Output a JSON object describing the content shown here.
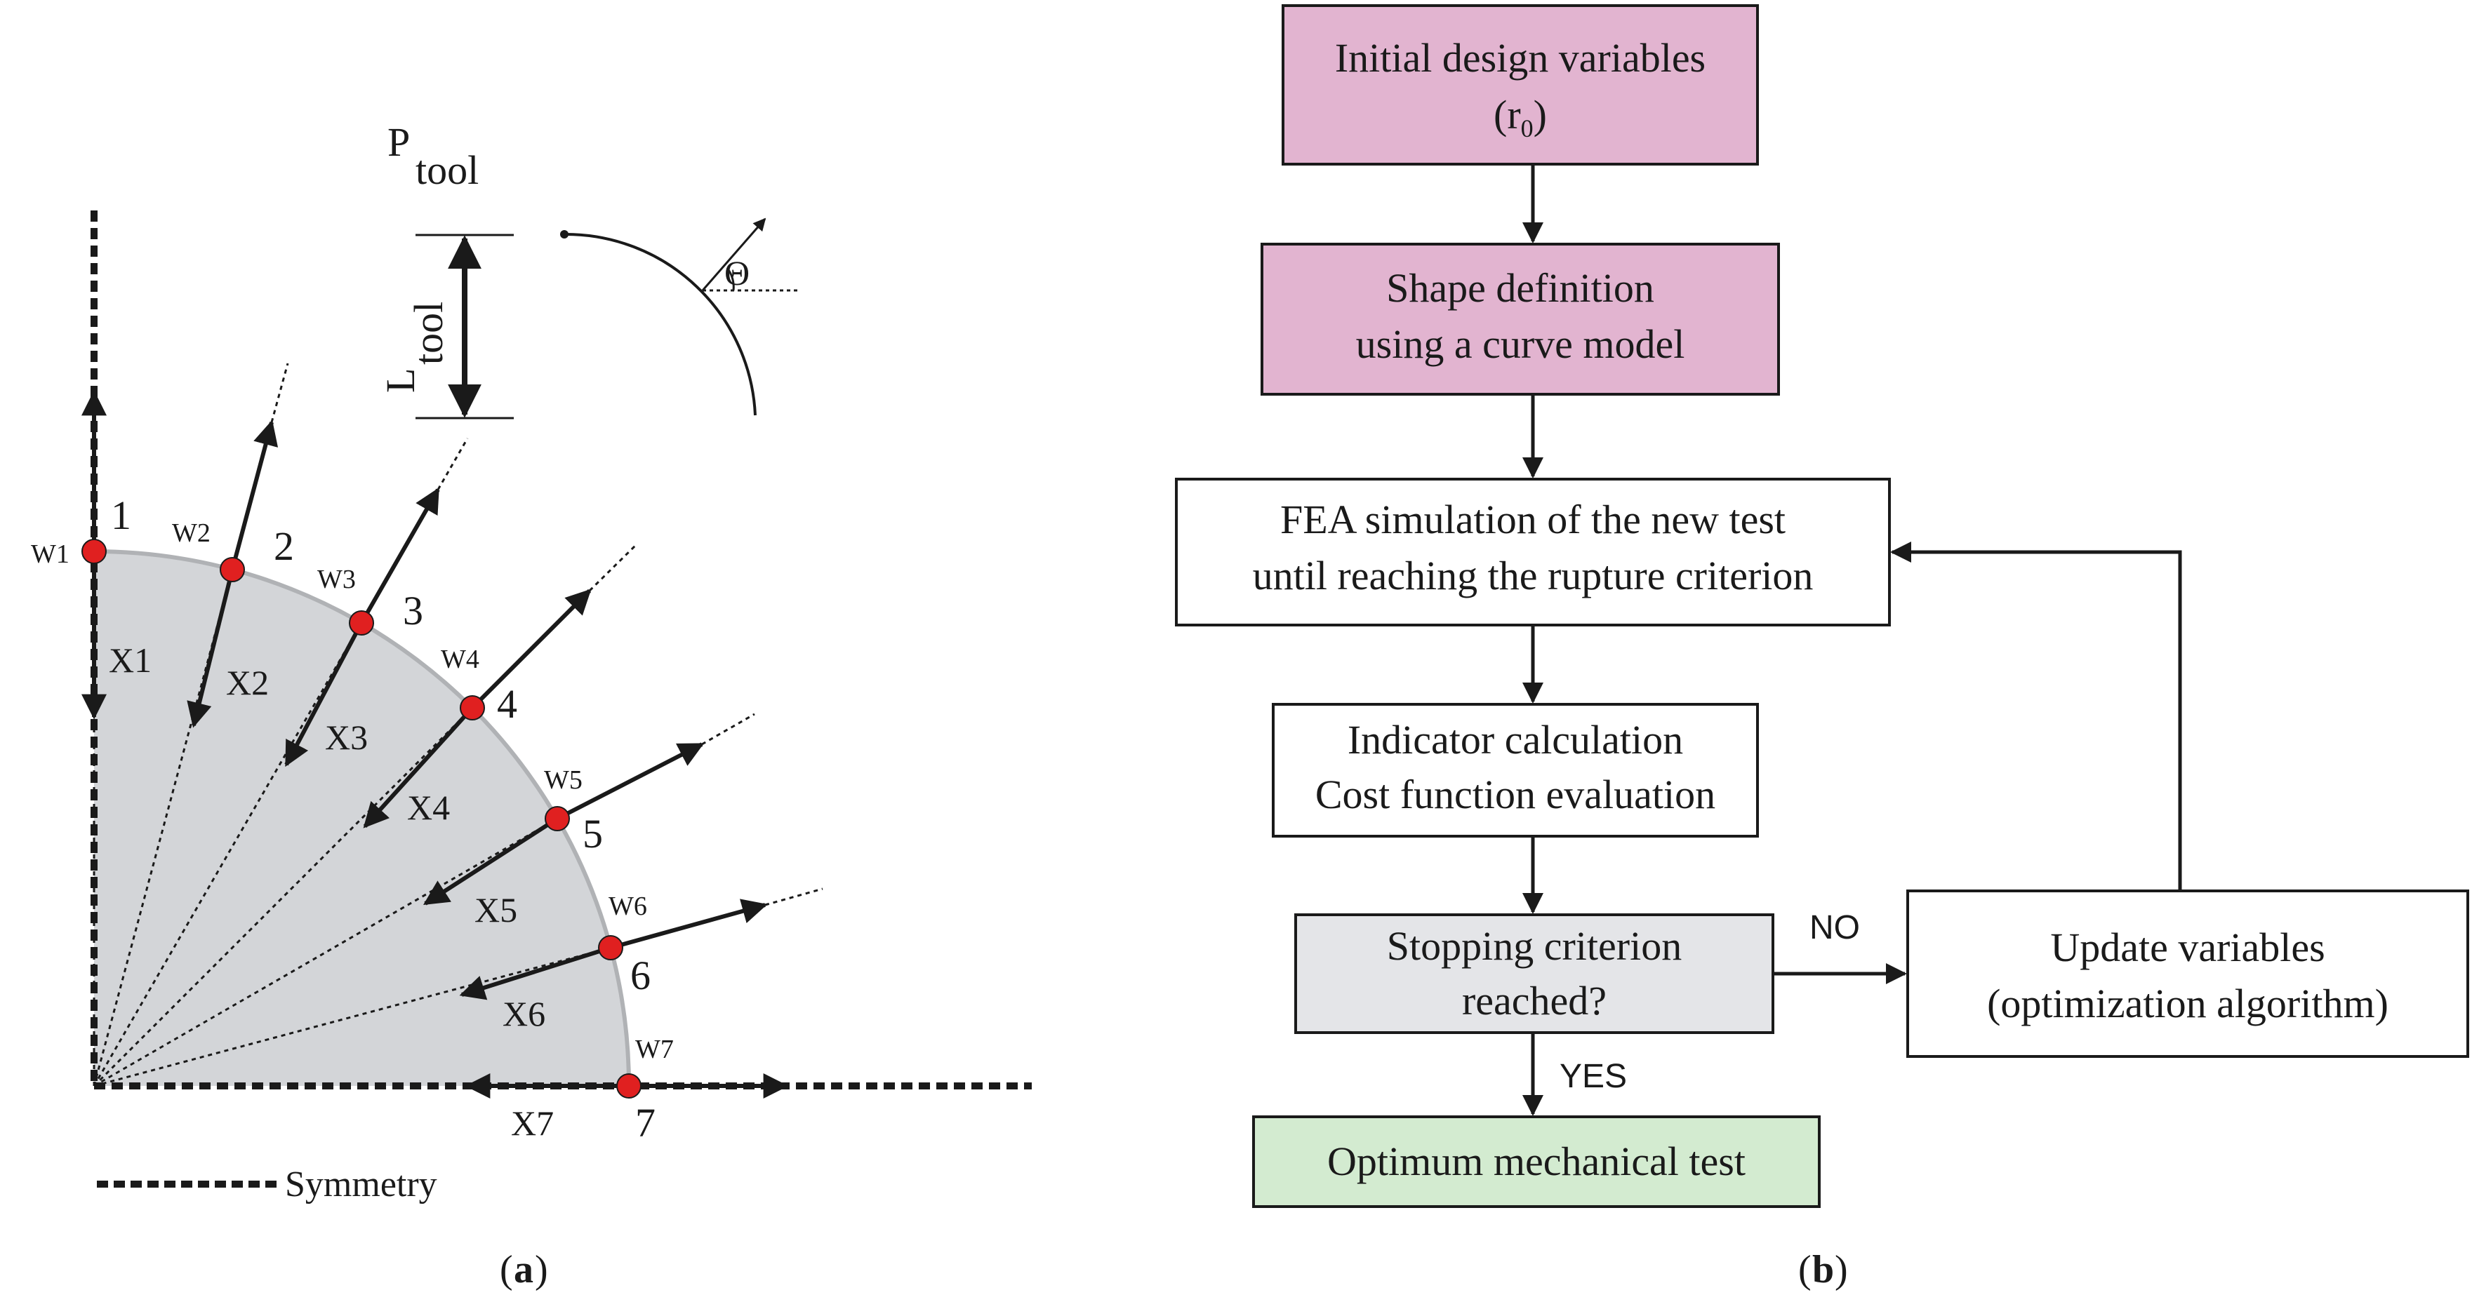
{
  "panel_a": {
    "caption": "a",
    "tool": {
      "p_main": "P",
      "p_sub": "tool",
      "l_main": "L",
      "l_sub": "tool",
      "theta": "Θ"
    },
    "points": [
      {
        "w": "W1",
        "n": "1",
        "x": "X1"
      },
      {
        "w": "W2",
        "n": "2",
        "x": "X2"
      },
      {
        "w": "W3",
        "n": "3",
        "x": "X3"
      },
      {
        "w": "W4",
        "n": "4",
        "x": "X4"
      },
      {
        "w": "W5",
        "n": "5",
        "x": "X5"
      },
      {
        "w": "W6",
        "n": "6",
        "x": "X6"
      },
      {
        "w": "W7",
        "n": "7",
        "x": "X7"
      }
    ],
    "legend": "Symmetry",
    "colors": {
      "region": "#d3d5d8",
      "point": "#e02020",
      "line": "#1a1a1a"
    }
  },
  "panel_b": {
    "caption": "b",
    "initial": {
      "line1": "Initial design variables",
      "main": "(r",
      "sub": "0",
      "close": ")"
    },
    "shape": {
      "line1": "Shape definition",
      "line2": "using a curve model"
    },
    "fea": {
      "line1": "FEA simulation of the new test",
      "line2": "until reaching the rupture criterion"
    },
    "indicator": {
      "line1": "Indicator calculation",
      "line2": "Cost function evaluation"
    },
    "stopping": {
      "line1": "Stopping criterion",
      "line2": "reached?"
    },
    "update": {
      "line1": "Update variables",
      "line2": "(optimization algorithm)"
    },
    "optimum": {
      "line1": "Optimum mechanical test"
    },
    "no_label": "NO",
    "yes_label": "YES",
    "colors": {
      "pink": "#e2b4d0",
      "gray": "#e4e5e8",
      "green": "#d3ebd0",
      "border": "#1a1a1a"
    }
  }
}
